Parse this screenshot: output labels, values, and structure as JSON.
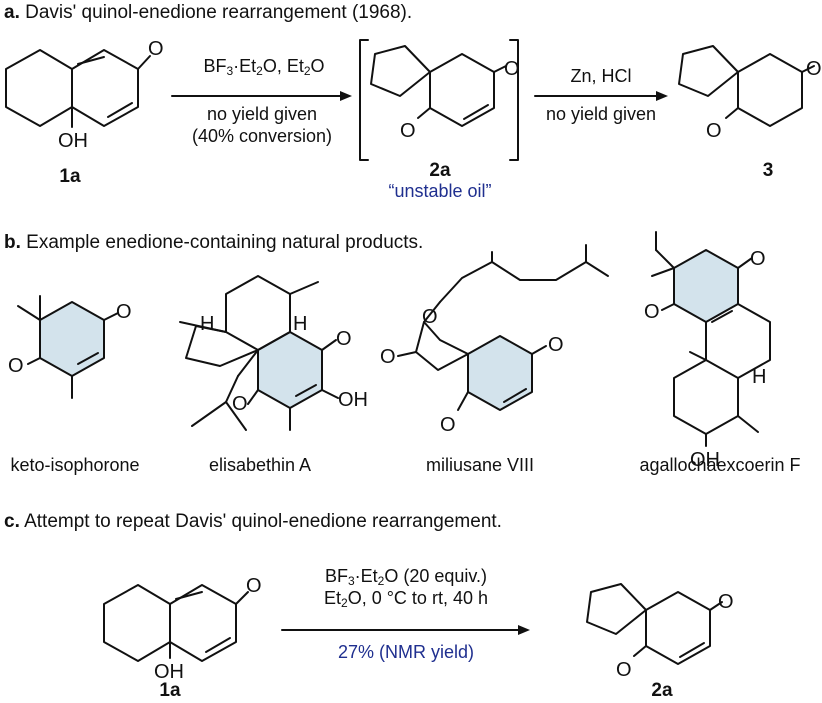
{
  "section_a": {
    "letter": "a.",
    "title": "Davis' quinol-enedione rearrangement (1968).",
    "reagents_line1": "BF3·Et2O, Et2O",
    "conditions_1": "no yield given",
    "conditions_2": "(40% conversion)",
    "step2_reagents": "Zn, HCl",
    "step2_conditions": "no yield given",
    "cpd_1a": "1a",
    "cpd_2a": "2a",
    "note_2a": "“unstable oil”",
    "cpd_3": "3"
  },
  "section_b": {
    "letter": "b.",
    "title": "Example enedione-containing natural products.",
    "names": [
      "keto-isophorone",
      "elisabethin A",
      "miliusane VIII",
      "agallochaexcoerin F"
    ]
  },
  "section_c": {
    "letter": "c.",
    "title": "Attempt to repeat Davis' quinol-enedione rearrangement.",
    "reagents_line1": "BF3·Et2O (20 equiv.)",
    "reagents_line2": "Et2O, 0 °C to rt, 40 h",
    "yield": "27% (NMR yield)",
    "cpd_1a": "1a",
    "cpd_2a": "2a"
  },
  "atoms": {
    "O": "O",
    "OH": "OH",
    "H": "H"
  },
  "colors": {
    "highlight_ring": "#d3e3ec",
    "note_blue": "#1f2f8f"
  }
}
